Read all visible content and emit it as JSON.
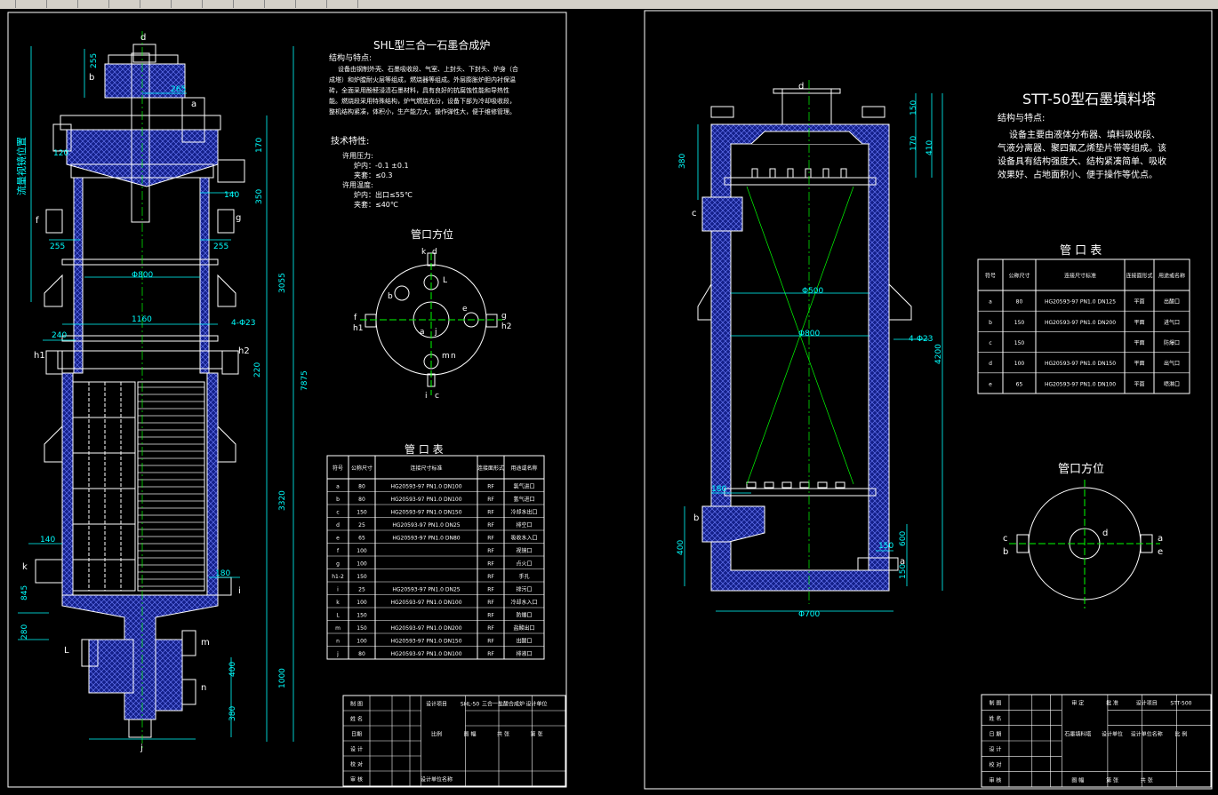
{
  "colors": {
    "border": "#ffffff",
    "cyan": "#00ffff",
    "green": "#00ff00",
    "blue": "#1a2a9a",
    "hatch": "#6f7fff",
    "text": "#ffffff"
  },
  "toolbar_icons": [
    "new-icon",
    "open-icon",
    "save-icon",
    "undo-icon",
    "pointer-icon",
    "zoom-icon",
    "pan-icon",
    "layer-icon",
    "pencil-icon",
    "help-icon",
    "web-icon",
    "info-icon"
  ],
  "left": {
    "title": "SHL型三合一石墨合成炉",
    "features_heading": "结构与特点:",
    "features_text": [
      "设备由钢制外壳、石墨吸收段、气室、上封头、下封头、炉身（合",
      "成塔）和炉膛耐火层等组成，燃烧器等组成。外层膨胀炉胆内衬保温",
      "砖，全面采用酚醛浸渍石墨材料，具有良好的抗腐蚀性能和导热性",
      "能。燃烧段采用特殊结构，炉气燃烧充分，设备下部为冷却吸收段，",
      "整机结构紧凑，体积小，生产能力大，操作弹性大，便于维修管理。"
    ],
    "tech_heading": "技术特性:",
    "tech_lines": [
      "许用压力:",
      "炉内：-0.1 ±0.1",
      "夹套：≤0.3",
      "许用温度:",
      "炉内：出口≤55℃",
      "夹套：≤40℃"
    ],
    "nozzle_orient_title": "管口方位",
    "orient_labels": [
      "k",
      "d",
      "L",
      "b",
      "e",
      "f",
      "h1",
      "a",
      "j",
      "g",
      "h2",
      "m",
      "n",
      "i",
      "c"
    ],
    "dim_labels": [
      "255",
      "265",
      "170",
      "120",
      "140",
      "350",
      "255",
      "255",
      "Φ800",
      "1160",
      "3055",
      "240",
      "4-Φ23",
      "240",
      "220",
      "7875",
      "140",
      "180",
      "3320",
      "845",
      "280",
      "1000",
      "400",
      "380",
      "c"
    ],
    "side_label": "流量视镜位置",
    "letters": [
      "d",
      "b",
      "a",
      "f",
      "g",
      "h1",
      "h2",
      "k",
      "i",
      "L",
      "m",
      "n",
      "j"
    ],
    "nozzle_table": {
      "title": "管 口 表",
      "headers": [
        "符号",
        "公称尺寸",
        "连接尺寸标准",
        "连接面形式",
        "用途或名称"
      ],
      "rows": [
        [
          "a",
          "80",
          "HG20593-97 PN1.0 DN100",
          "RF",
          "氯气进口"
        ],
        [
          "b",
          "80",
          "HG20593-97 PN1.0 DN100",
          "RF",
          "氢气进口"
        ],
        [
          "c",
          "150",
          "HG20593-97 PN1.0 DN150",
          "RF",
          "冷却水出口"
        ],
        [
          "d",
          "25",
          "HG20593-97 PN1.0 DN25",
          "RF",
          "排空口"
        ],
        [
          "e",
          "65",
          "HG20593-97 PN1.0 DN80",
          "RF",
          "吸收水入口"
        ],
        [
          "f",
          "100",
          "",
          "RF",
          "视镜口"
        ],
        [
          "g",
          "100",
          "",
          "RF",
          "点火口"
        ],
        [
          "h1-2",
          "150",
          "",
          "RF",
          "手孔"
        ],
        [
          "i",
          "25",
          "HG20593-97 PN1.0 DN25",
          "RF",
          "排污口"
        ],
        [
          "k",
          "100",
          "HG20593-97 PN1.0 DN100",
          "RF",
          "冷却水入口"
        ],
        [
          "L",
          "150",
          "",
          "RF",
          "防爆口"
        ],
        [
          "m",
          "150",
          "HG20593-97 PN1.0 DN200",
          "RF",
          "盐酸出口"
        ],
        [
          "n",
          "100",
          "HG20593-97 PN1.0 DN150",
          "RF",
          "出酸口"
        ],
        [
          "j",
          "80",
          "HG20593-97 PN1.0 DN100",
          "RF",
          "排液口"
        ]
      ]
    },
    "title_block": {
      "cells": [
        "制 图",
        "姓 名",
        "日期",
        "设 计",
        "校 对",
        "审 核",
        "设计项目",
        "SHL-50",
        "三合一盐酸合成炉",
        "设计单位",
        "比例",
        "图 幅",
        "共 张",
        "第 张",
        "设计单位名称"
      ]
    }
  },
  "right": {
    "title": "STT-50型石墨填料塔",
    "features_heading": "结构与特点:",
    "features_text": [
      "设备主要由液体分布器、填料吸收段、",
      "气液分离器、聚四氟乙烯垫片带等组成。该",
      "设备具有结构强度大、结构紧凑简单、吸收",
      "效果好、占地面积小、便于操作等优点。"
    ],
    "nozzle_table": {
      "title": "管 口 表",
      "headers": [
        "符号",
        "公称尺寸",
        "连接尺寸标准",
        "连接面形式",
        "用途或名称"
      ],
      "rows": [
        [
          "a",
          "80",
          "HG20593-97 PN1.0 DN125",
          "平面",
          "出酸口"
        ],
        [
          "b",
          "150",
          "HG20593-97 PN1.0 DN200",
          "平面",
          "进气口"
        ],
        [
          "c",
          "150",
          "",
          "平面",
          "防爆口"
        ],
        [
          "d",
          "100",
          "HG20593-97 PN1.0 DN150",
          "平面",
          "出气口"
        ],
        [
          "e",
          "65",
          "HG20593-97 PN1.0 DN100",
          "平面",
          "喷淋口"
        ]
      ]
    },
    "nozzle_orient_title": "管口方位",
    "orient_labels": [
      "c",
      "b",
      "d",
      "a",
      "e"
    ],
    "dim_labels": [
      "150",
      "170",
      "410",
      "380",
      "Φ500",
      "Φ800",
      "4-Φ23",
      "4200",
      "180",
      "150",
      "600",
      "400",
      "150",
      "Φ700"
    ],
    "letters": [
      "d",
      "c",
      "b",
      "a"
    ],
    "title_block": {
      "cells": [
        "制 图",
        "姓 名",
        "日 期",
        "设 计",
        "校 对",
        "审 核",
        "审 定",
        "批 准",
        "设计项目",
        "STT-500",
        "石墨填料塔",
        "设计单位",
        "设计单位名称",
        "比 例",
        "图 幅",
        "第 张",
        "共 张"
      ]
    }
  }
}
